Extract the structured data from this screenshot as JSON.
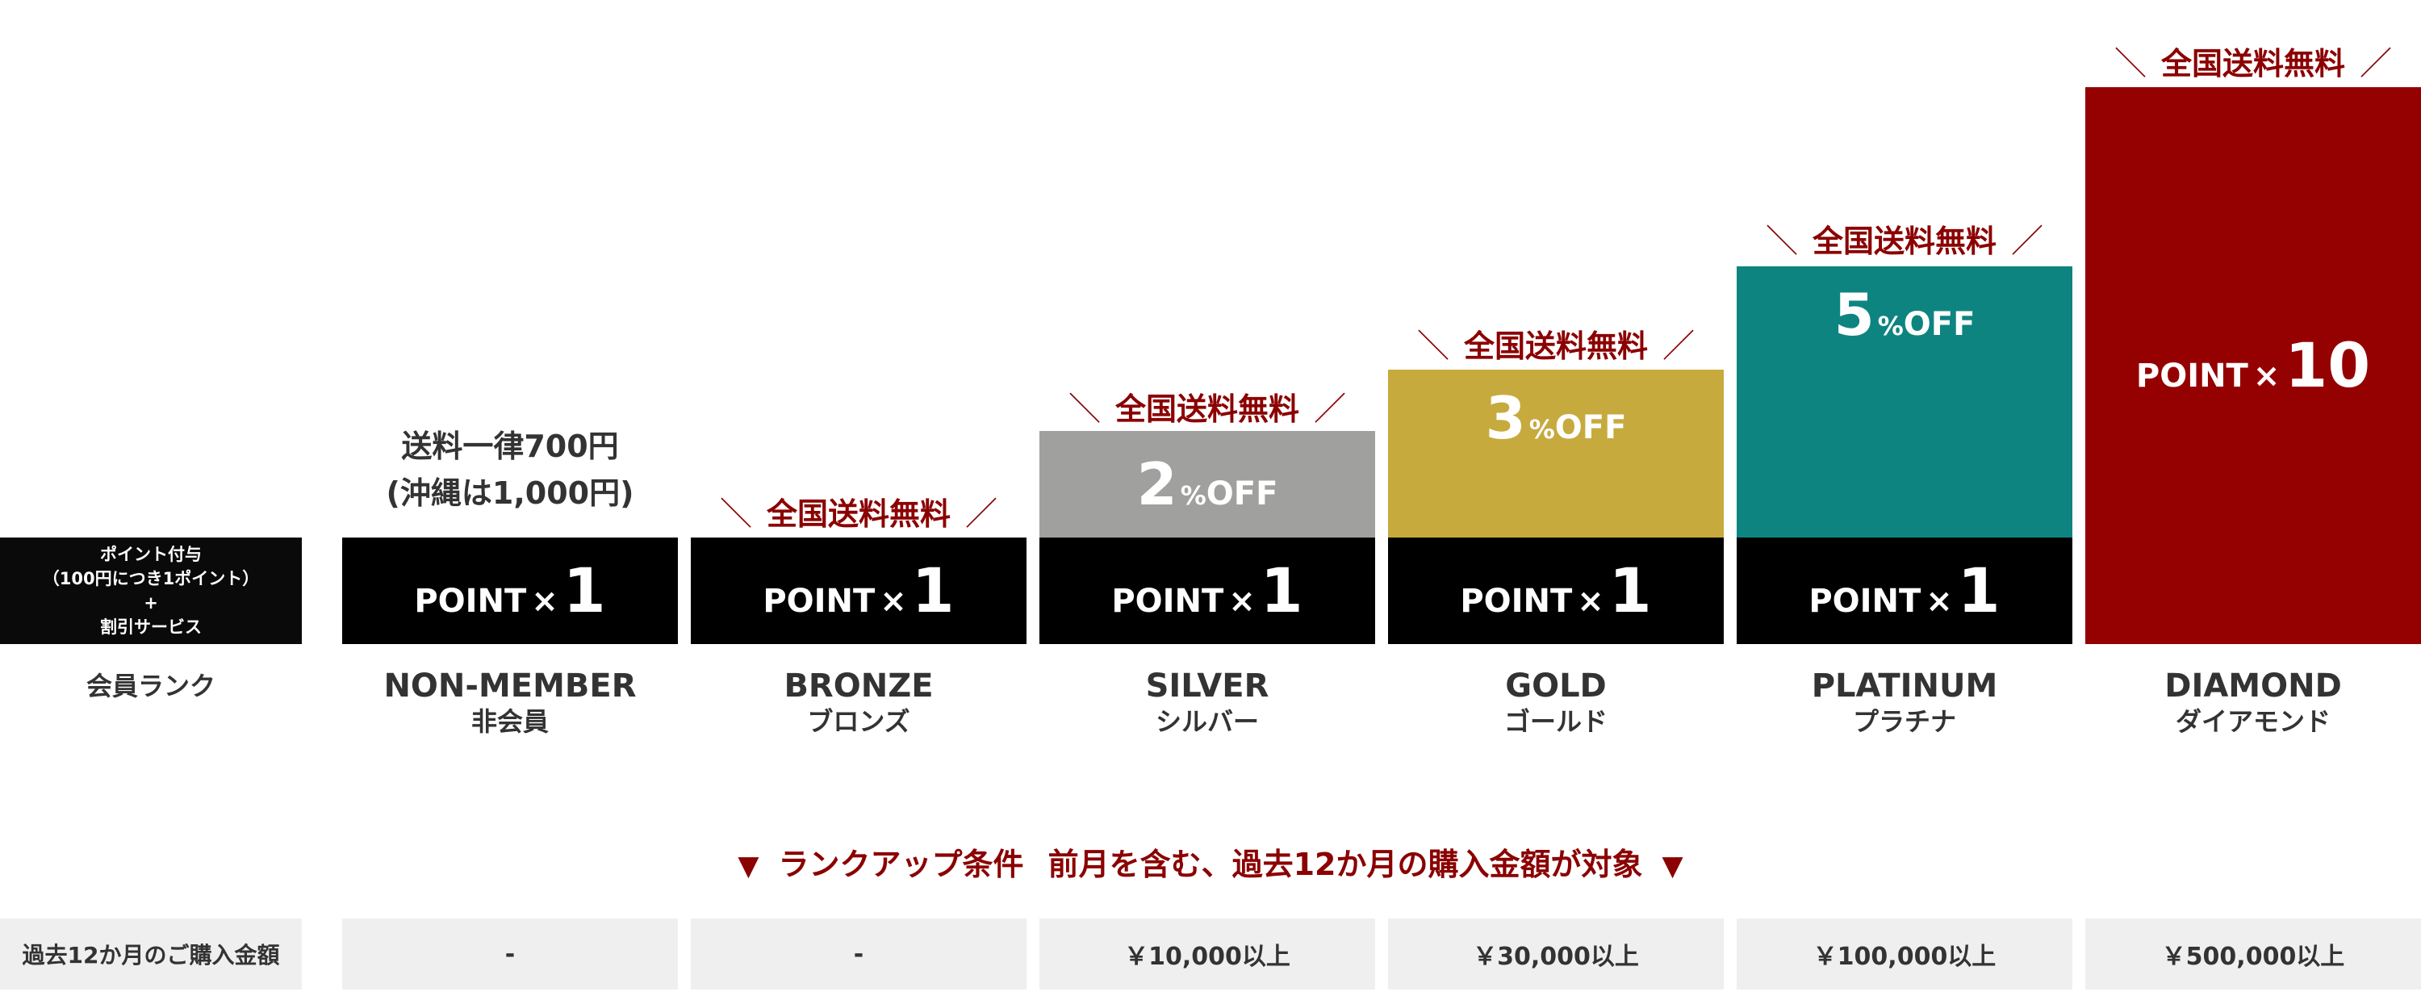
{
  "legend": {
    "line1": "ポイント付与",
    "line2": "（100円につき1ポイント）",
    "line3": "+",
    "line4": "割引サービス",
    "rank_label": "会員ランク"
  },
  "non_member_shipping": {
    "line1": "送料一律700円",
    "line2": "(沖縄は1,000円)"
  },
  "free_shipping_text": "全国送料無料",
  "point_word": "POINT",
  "point_times": "×",
  "off_percent": "%",
  "off_word": "OFF",
  "colors": {
    "silver": "#a0a09e",
    "gold": "#c7aa3e",
    "platinum": "#0e8481",
    "diamond": "#950000",
    "black": "#000000",
    "accent_red": "#8b0000"
  },
  "ranks": [
    {
      "en": "NON-MEMBER",
      "jp": "非会員",
      "point": "1"
    },
    {
      "en": "BRONZE",
      "jp": "ブロンズ",
      "point": "1"
    },
    {
      "en": "SILVER",
      "jp": "シルバー",
      "point": "1",
      "off": "2"
    },
    {
      "en": "GOLD",
      "jp": "ゴールド",
      "point": "1",
      "off": "3"
    },
    {
      "en": "PLATINUM",
      "jp": "プラチナ",
      "point": "1",
      "off": "5"
    },
    {
      "en": "DIAMOND",
      "jp": "ダイアモンド",
      "point": "10"
    }
  ],
  "rankup": {
    "label": "ランクアップ条件",
    "desc": "前月を含む、過去12か月の購入金額が対象",
    "marker": "▼"
  },
  "purchase_row": {
    "label": "過去12か月のご購入金額",
    "values": [
      "-",
      "-",
      "￥10,000以上",
      "￥30,000以上",
      "￥100,000以上",
      "￥500,000以上"
    ]
  }
}
